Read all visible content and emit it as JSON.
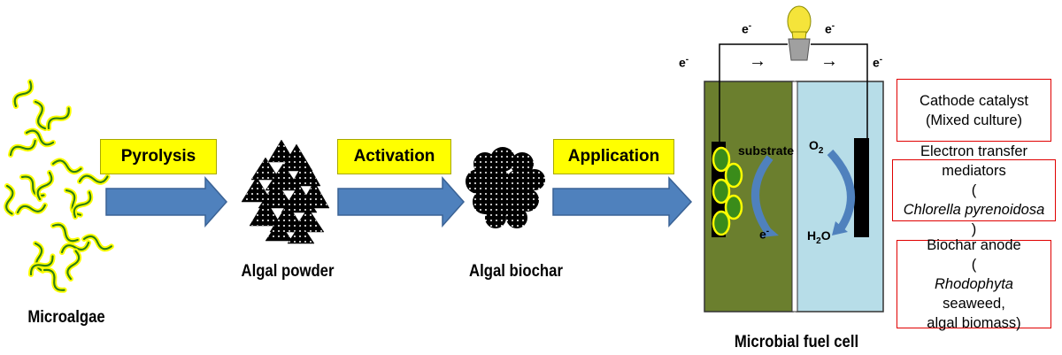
{
  "stages": {
    "microalgae": "Microalgae",
    "algal_powder": "Algal  powder",
    "algal_biochar": "Algal  biochar",
    "mfc": "Microbial fuel cell"
  },
  "steps": {
    "pyrolysis": "Pyrolysis",
    "activation": "Activation",
    "application": "Application"
  },
  "mfc": {
    "electron": "e",
    "electron_sup": "-",
    "arrow": "→",
    "substrate": "substrate",
    "o2_main": "O",
    "o2_sub": "2",
    "h2o_h": "H",
    "h2o_sub": "2",
    "h2o_o": "O"
  },
  "info_boxes": {
    "cathode": {
      "line1": "Cathode catalyst",
      "line2": "(Mixed culture)"
    },
    "mediators": {
      "line1": "Electron transfer mediators",
      "line2_italic": "Chlorella pyrenoidosa",
      "open": "(",
      "close": ")"
    },
    "anode": {
      "line1": "Biochar anode",
      "open": "(",
      "italic": "Rhodophyta",
      "rest": " seaweed,",
      "line3": "algal biomass)"
    }
  },
  "colors": {
    "arrow_fill": "#4f81bd",
    "arrow_stroke": "#3a6295",
    "step_box": "#ffff00",
    "algae_yellow": "#ffff00",
    "algae_green": "#3a8c1a",
    "anode_chamber": "#6b7f2e",
    "cathode_chamber": "#b7dde8",
    "box_border": "#e00000",
    "bulb": "#f5e43a"
  },
  "icons": [
    "microalgae-cluster-icon",
    "algal-powder-triangles-icon",
    "algal-biochar-spheres-icon",
    "light-bulb-icon",
    "anode-electrode-icon",
    "cathode-electrode-icon"
  ]
}
